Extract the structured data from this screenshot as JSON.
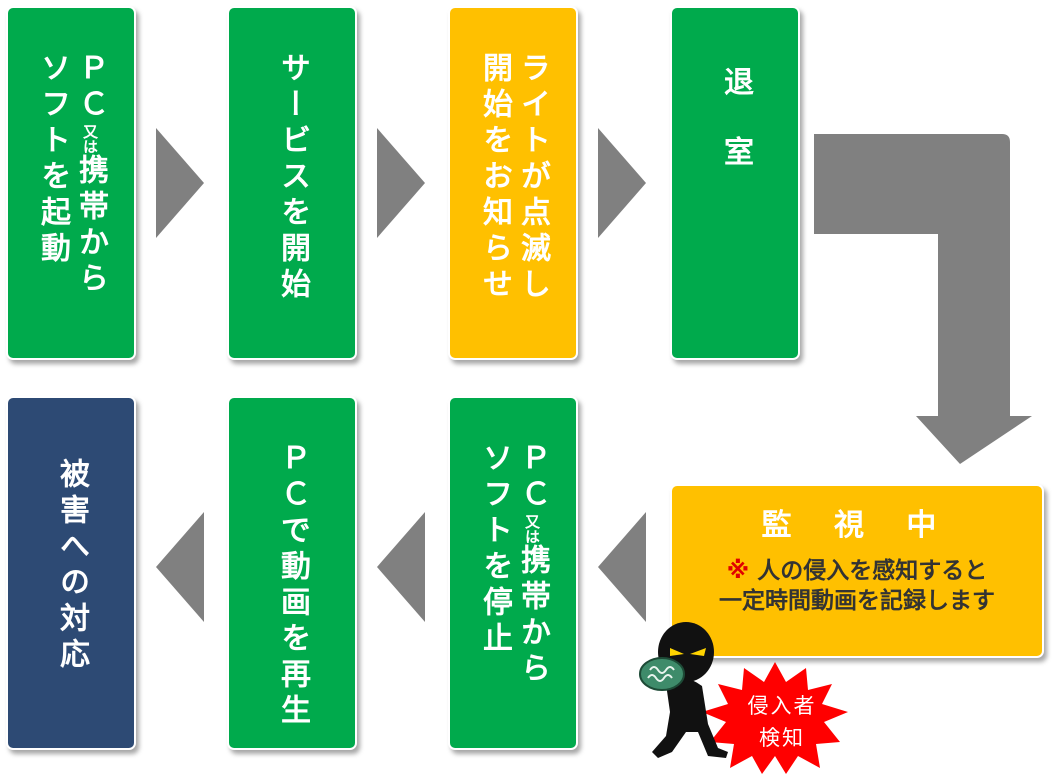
{
  "top_row": [
    {
      "id": "launch",
      "color": "#00aa4c",
      "columns": [
        {
          "parts": [
            {
              "t": "ＰＣ"
            },
            {
              "t": "又は",
              "small": true
            },
            {
              "t": "携帯から"
            }
          ]
        },
        {
          "parts": [
            {
              "t": "ソフトを起動"
            }
          ]
        }
      ]
    },
    {
      "id": "start-service",
      "color": "#00aa4c",
      "columns": [
        {
          "parts": [
            {
              "t": "サービスを開始"
            }
          ]
        }
      ]
    },
    {
      "id": "light-blink",
      "color": "#ffc000",
      "columns": [
        {
          "parts": [
            {
              "t": "ライトが点滅し"
            }
          ]
        },
        {
          "parts": [
            {
              "t": "開始をお知らせ"
            }
          ]
        }
      ]
    },
    {
      "id": "leave-room",
      "color": "#00aa4c",
      "columns": [
        {
          "parts": [
            {
              "t": "退室"
            }
          ],
          "spaced": true
        }
      ]
    }
  ],
  "bottom_row": [
    {
      "id": "respond-damage",
      "color": "#2d4a74",
      "columns": [
        {
          "parts": [
            {
              "t": "被害への対応"
            }
          ]
        }
      ]
    },
    {
      "id": "play-video",
      "color": "#00aa4c",
      "columns": [
        {
          "parts": [
            {
              "t": "ＰＣで動画を再生"
            }
          ]
        }
      ]
    },
    {
      "id": "stop-software",
      "color": "#00aa4c",
      "columns": [
        {
          "parts": [
            {
              "t": "ＰＣ"
            },
            {
              "t": "又は",
              "small": true
            },
            {
              "t": "携帯から"
            }
          ]
        },
        {
          "parts": [
            {
              "t": "ソフトを停止"
            }
          ]
        }
      ]
    }
  ],
  "monitor": {
    "title": "監 視 中",
    "note_mark": "※",
    "note_line1": "人の侵入を感知すると",
    "note_line2": "一定時間動画を記録します"
  },
  "intruder_burst": {
    "line1": "侵入者",
    "line2": "検知",
    "color": "#ff0000"
  },
  "arrow_color": "#808080"
}
